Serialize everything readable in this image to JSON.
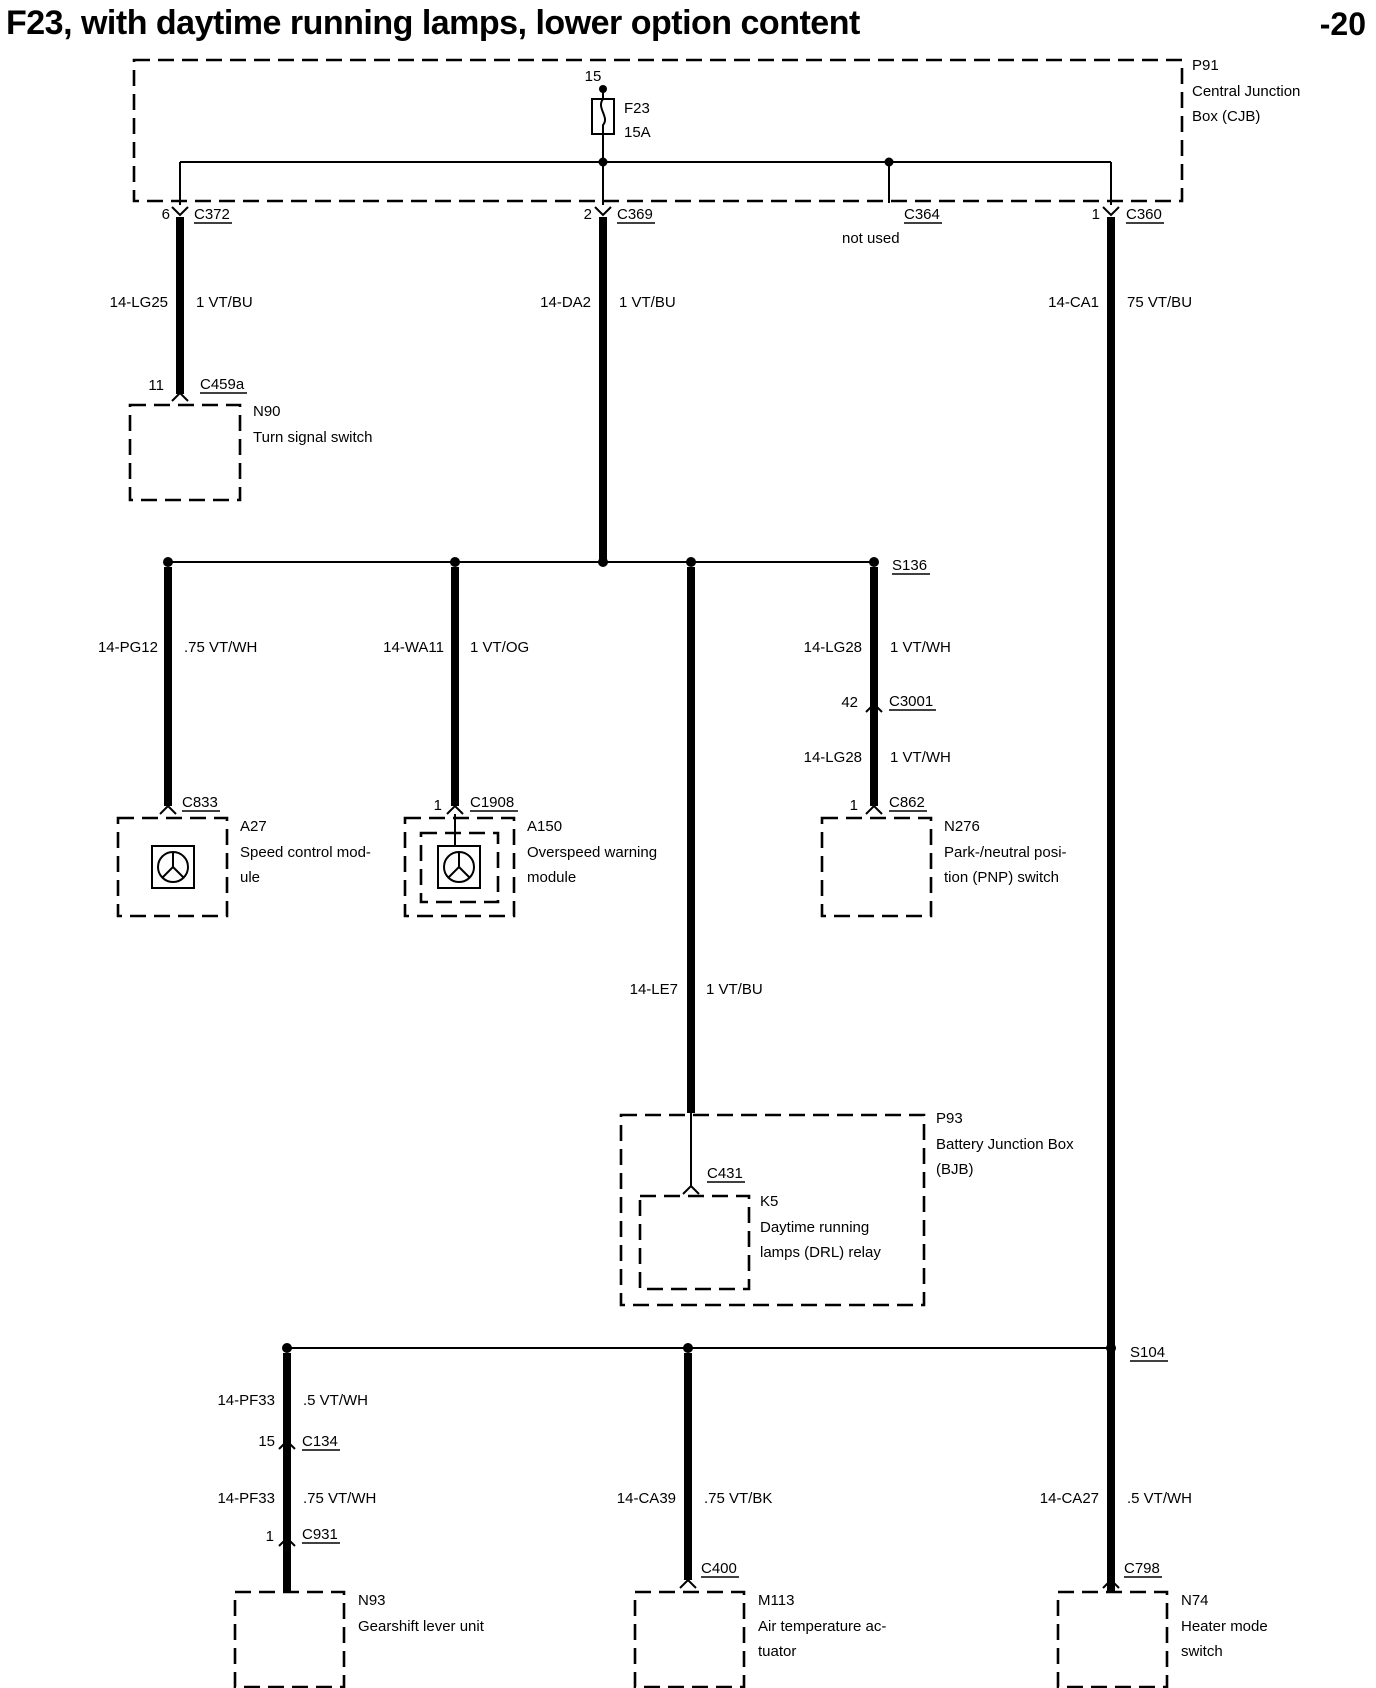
{
  "header": {
    "title": "F23, with daytime running lamps, lower option content",
    "page": "-20"
  },
  "cjb": {
    "id": "P91",
    "name_line1": "Central Junction",
    "name_line2": "Box (CJB)",
    "fuse_pin": "15",
    "fuse_id": "F23",
    "fuse_rating": "15A"
  },
  "connectors_top": [
    {
      "pin": "6",
      "id": "C372"
    },
    {
      "pin": "2",
      "id": "C369"
    },
    {
      "pin": "",
      "id": "C364",
      "note": "not used"
    },
    {
      "pin": "1",
      "id": "C360"
    }
  ],
  "wires": {
    "lg25": {
      "circuit": "14-LG25",
      "spec": "1 VT/BU"
    },
    "da2": {
      "circuit": "14-DA2",
      "spec": "1 VT/BU"
    },
    "ca1": {
      "circuit": "14-CA1",
      "spec": "75 VT/BU"
    },
    "pg12": {
      "circuit": "14-PG12",
      "spec": ".75 VT/WH"
    },
    "wa11": {
      "circuit": "14-WA11",
      "spec": "1 VT/OG"
    },
    "lg28a": {
      "circuit": "14-LG28",
      "spec": "1 VT/WH"
    },
    "lg28b": {
      "circuit": "14-LG28",
      "spec": "1 VT/WH"
    },
    "le7": {
      "circuit": "14-LE7",
      "spec": "1 VT/BU"
    },
    "pf33a": {
      "circuit": "14-PF33",
      "spec": ".5 VT/WH"
    },
    "pf33b": {
      "circuit": "14-PF33",
      "spec": ".75 VT/WH"
    },
    "ca39": {
      "circuit": "14-CA39",
      "spec": ".75 VT/BK"
    },
    "ca27": {
      "circuit": "14-CA27",
      "spec": ".5 VT/WH"
    }
  },
  "splices": {
    "s136": "S136",
    "s104": "S104"
  },
  "inline_connectors": {
    "c3001": {
      "pin": "42",
      "id": "C3001"
    },
    "c134": {
      "pin": "15",
      "id": "C134"
    }
  },
  "components": {
    "n90": {
      "pin": "11",
      "connector": "C459a",
      "id": "N90",
      "name_line1": "Turn signal switch"
    },
    "a27": {
      "connector": "C833",
      "id": "A27",
      "name_line1": "Speed control mod-",
      "name_line2": "ule"
    },
    "a150": {
      "pin": "1",
      "connector": "C1908",
      "id": "A150",
      "name_line1": "Overspeed warning",
      "name_line2": "module"
    },
    "n276": {
      "pin": "1",
      "connector": "C862",
      "id": "N276",
      "name_line1": "Park-/neutral posi-",
      "name_line2": "tion (PNP) switch"
    },
    "p93": {
      "id": "P93",
      "name_line1": "Battery Junction Box",
      "name_line2": "(BJB)"
    },
    "k5": {
      "connector": "C431",
      "id": "K5",
      "name_line1": "Daytime running",
      "name_line2": "lamps (DRL) relay"
    },
    "n93": {
      "pin": "1",
      "connector": "C931",
      "id": "N93",
      "name_line1": "Gearshift lever unit"
    },
    "m113": {
      "connector": "C400",
      "id": "M113",
      "name_line1": "Air temperature ac-",
      "name_line2": "tuator"
    },
    "n74": {
      "connector": "C798",
      "id": "N74",
      "name_line1": "Heater mode",
      "name_line2": "switch"
    }
  }
}
